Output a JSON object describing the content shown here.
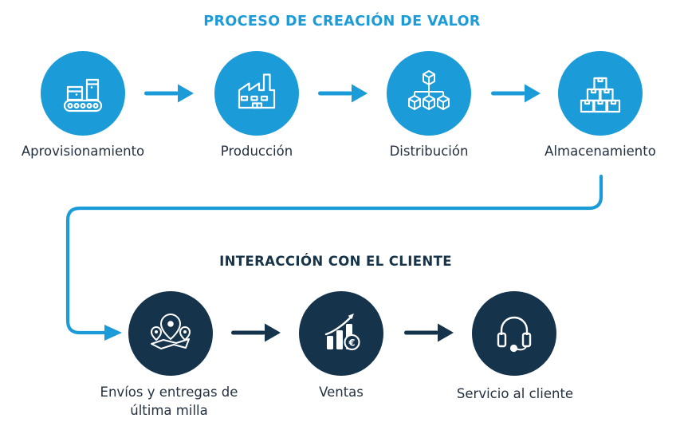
{
  "colors": {
    "accent_blue": "#1B9CD8",
    "dark_navy": "#15334B",
    "title_navy": "#16334A",
    "label_text": "#233140",
    "icon_stroke": "#FFFFFF",
    "background": "#FFFFFF"
  },
  "process_section": {
    "title": "PROCESO DE CREACIÓN DE VALOR",
    "steps": [
      {
        "label": "Aprovisionamiento",
        "icon": "conveyor-boxes-icon"
      },
      {
        "label": "Producción",
        "icon": "factory-icon"
      },
      {
        "label": "Distribución",
        "icon": "distribution-cubes-icon"
      },
      {
        "label": "Almacenamiento",
        "icon": "stacked-boxes-icon"
      }
    ]
  },
  "interaction_section": {
    "title": "INTERACCIÓN CON EL CLIENTE",
    "steps": [
      {
        "label": "Envíos y entregas de última milla",
        "icon": "map-pins-icon"
      },
      {
        "label": "Ventas",
        "icon": "sales-growth-euro-icon"
      },
      {
        "label": "Servicio al cliente",
        "icon": "headset-icon"
      }
    ]
  },
  "symbols": {
    "euro": "€"
  }
}
